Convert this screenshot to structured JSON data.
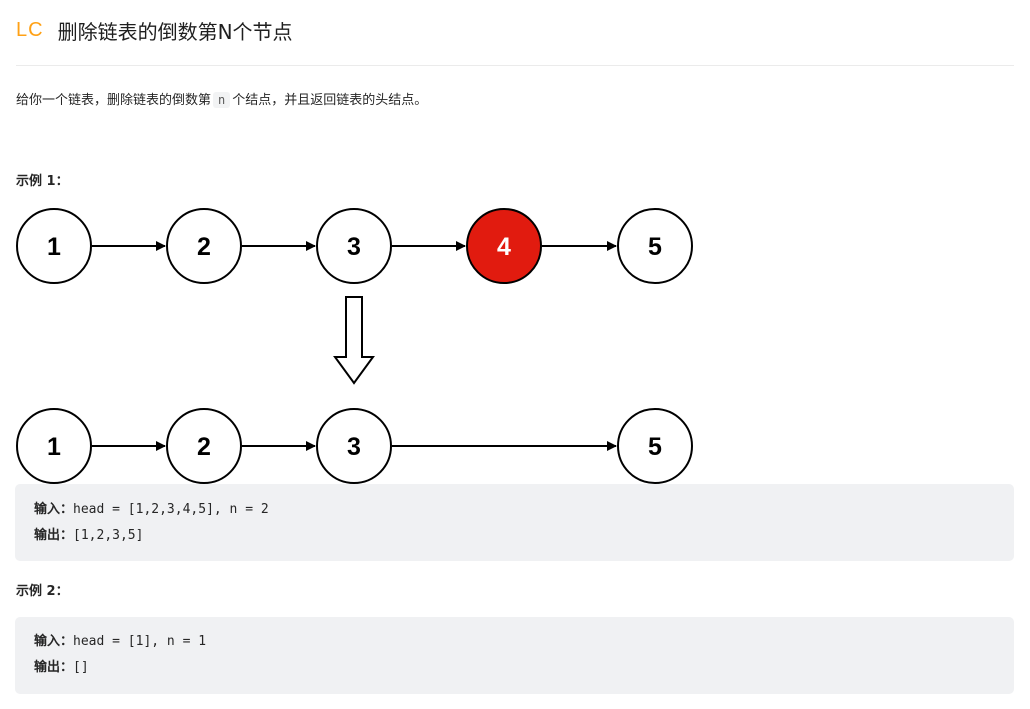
{
  "header": {
    "logo": "LC",
    "title": "删除链表的倒数第N个节点"
  },
  "description": {
    "before": "给你一个链表，删除链表的倒数第",
    "code": "n",
    "after": "个结点，并且返回链表的头结点。"
  },
  "examples": [
    {
      "title": "示例 1：",
      "input_label": "输入：",
      "input_value": "head = [1,2,3,4,5], n = 2",
      "output_label": "输出：",
      "output_value": "[1,2,3,5]"
    },
    {
      "title": "示例 2：",
      "input_label": "输入：",
      "input_value": "head = [1], n = 1",
      "output_label": "输出：",
      "output_value": "[]"
    }
  ],
  "diagram": {
    "before_nodes": [
      "1",
      "2",
      "3",
      "4",
      "5"
    ],
    "after_nodes": [
      "1",
      "2",
      "3",
      "5"
    ],
    "removed_node": "4",
    "removed_color": "#e11b0f",
    "node_fill": "#ffffff",
    "stroke_color": "#000000"
  },
  "colors": {
    "logo": "#ffa116",
    "code_background": "#f0f1f3"
  }
}
